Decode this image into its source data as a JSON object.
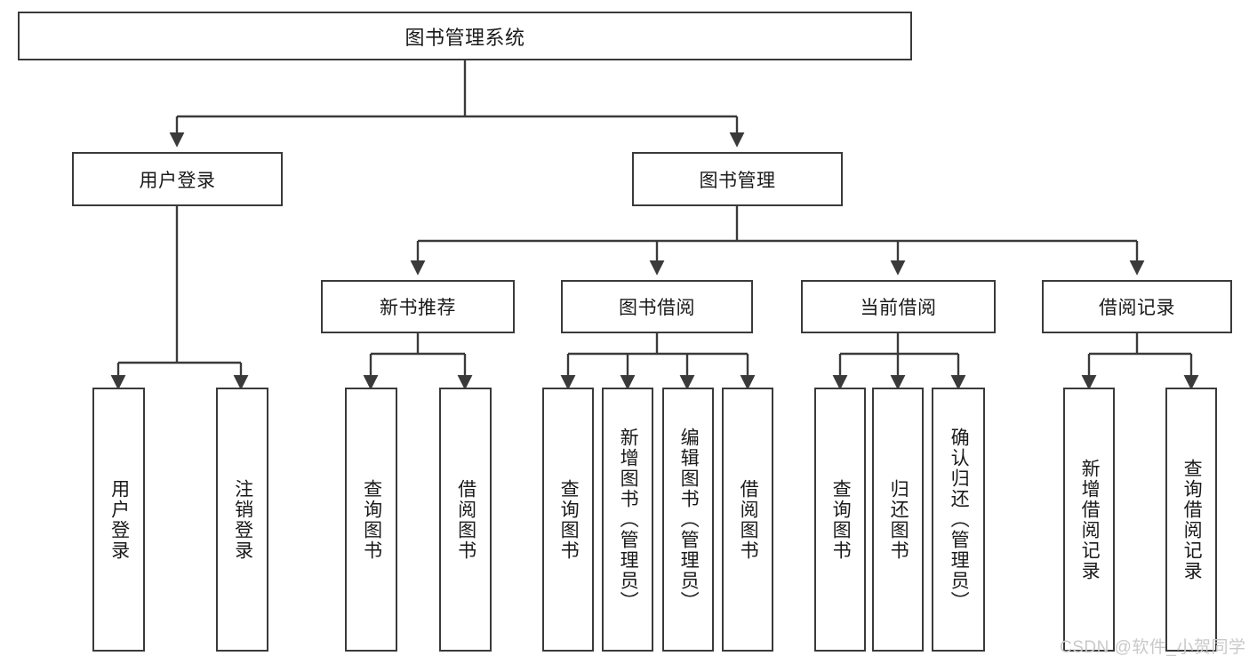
{
  "diagram": {
    "type": "hierarchy-tree",
    "title": "图书管理系统",
    "root": {
      "label": "图书管理系统"
    },
    "level2": [
      {
        "label": "用户登录"
      },
      {
        "label": "图书管理"
      }
    ],
    "level3": [
      {
        "label": "新书推荐"
      },
      {
        "label": "图书借阅"
      },
      {
        "label": "当前借阅"
      },
      {
        "label": "借阅记录"
      }
    ],
    "leaves": {
      "user_login": [
        {
          "label": "用户登录"
        },
        {
          "label": "注销登录"
        }
      ],
      "new_book_recommend": [
        {
          "label": "查询图书"
        },
        {
          "label": "借阅图书"
        }
      ],
      "book_borrow": [
        {
          "label": "查询图书"
        },
        {
          "label": "新增图书（管理员）"
        },
        {
          "label": "编辑图书（管理员）"
        },
        {
          "label": "借阅图书"
        }
      ],
      "current_borrow": [
        {
          "label": "查询图书"
        },
        {
          "label": "归还图书"
        },
        {
          "label": "确认归还（管理员）"
        }
      ],
      "borrow_record": [
        {
          "label": "新增借阅记录"
        },
        {
          "label": "查询借阅记录"
        }
      ]
    }
  },
  "watermark": {
    "text": "CSDN @软件_小贺同学"
  },
  "colors": {
    "border": "#3a3a3a",
    "background": "#ffffff",
    "text": "#1a1a1a",
    "watermark": "#c9c9c9"
  }
}
